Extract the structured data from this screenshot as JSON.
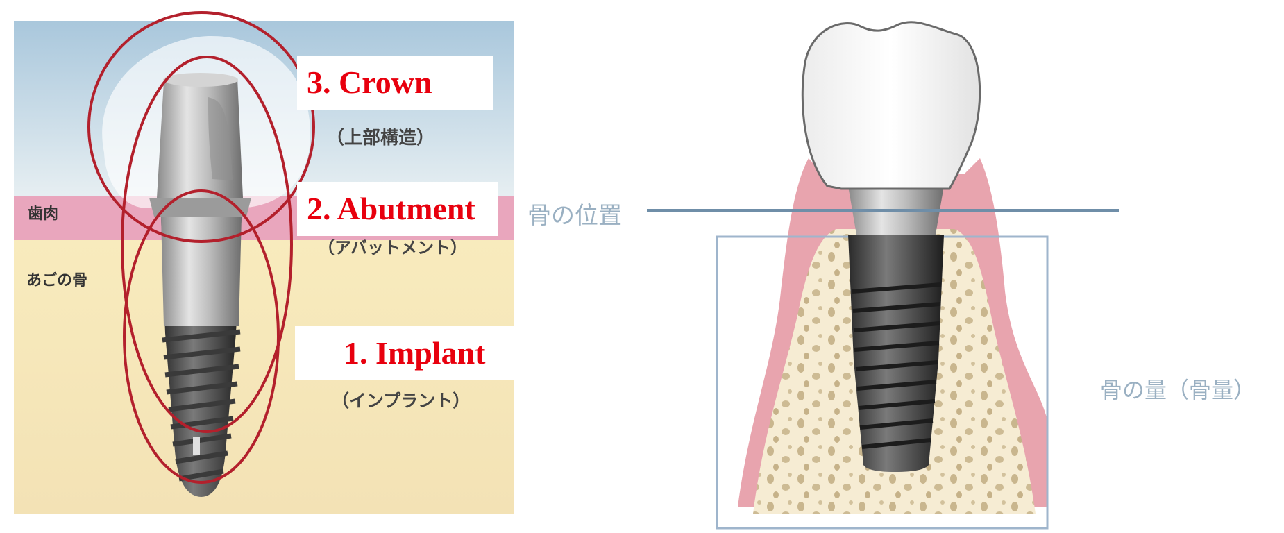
{
  "left_panel": {
    "labels": {
      "crown": "3. Crown",
      "abutment": "2. Abutment",
      "implant": "1. Implant"
    },
    "jp_labels": {
      "crown": "（上部構造）",
      "abutment": "（アバットメント）",
      "implant": "（インプラント）",
      "gum": "歯肉",
      "jaw_bone": "あごの骨"
    }
  },
  "right_panel": {
    "bone_position": "骨の位置",
    "bone_volume": "骨の量（骨量）"
  },
  "colors": {
    "annotation_red": "#e8000e",
    "sky_top": "#a8c8dc",
    "gum_pink": "#e8a3b8",
    "bone_yellow": "#f5e6b8",
    "guide_blue": "#7a9ab4"
  }
}
